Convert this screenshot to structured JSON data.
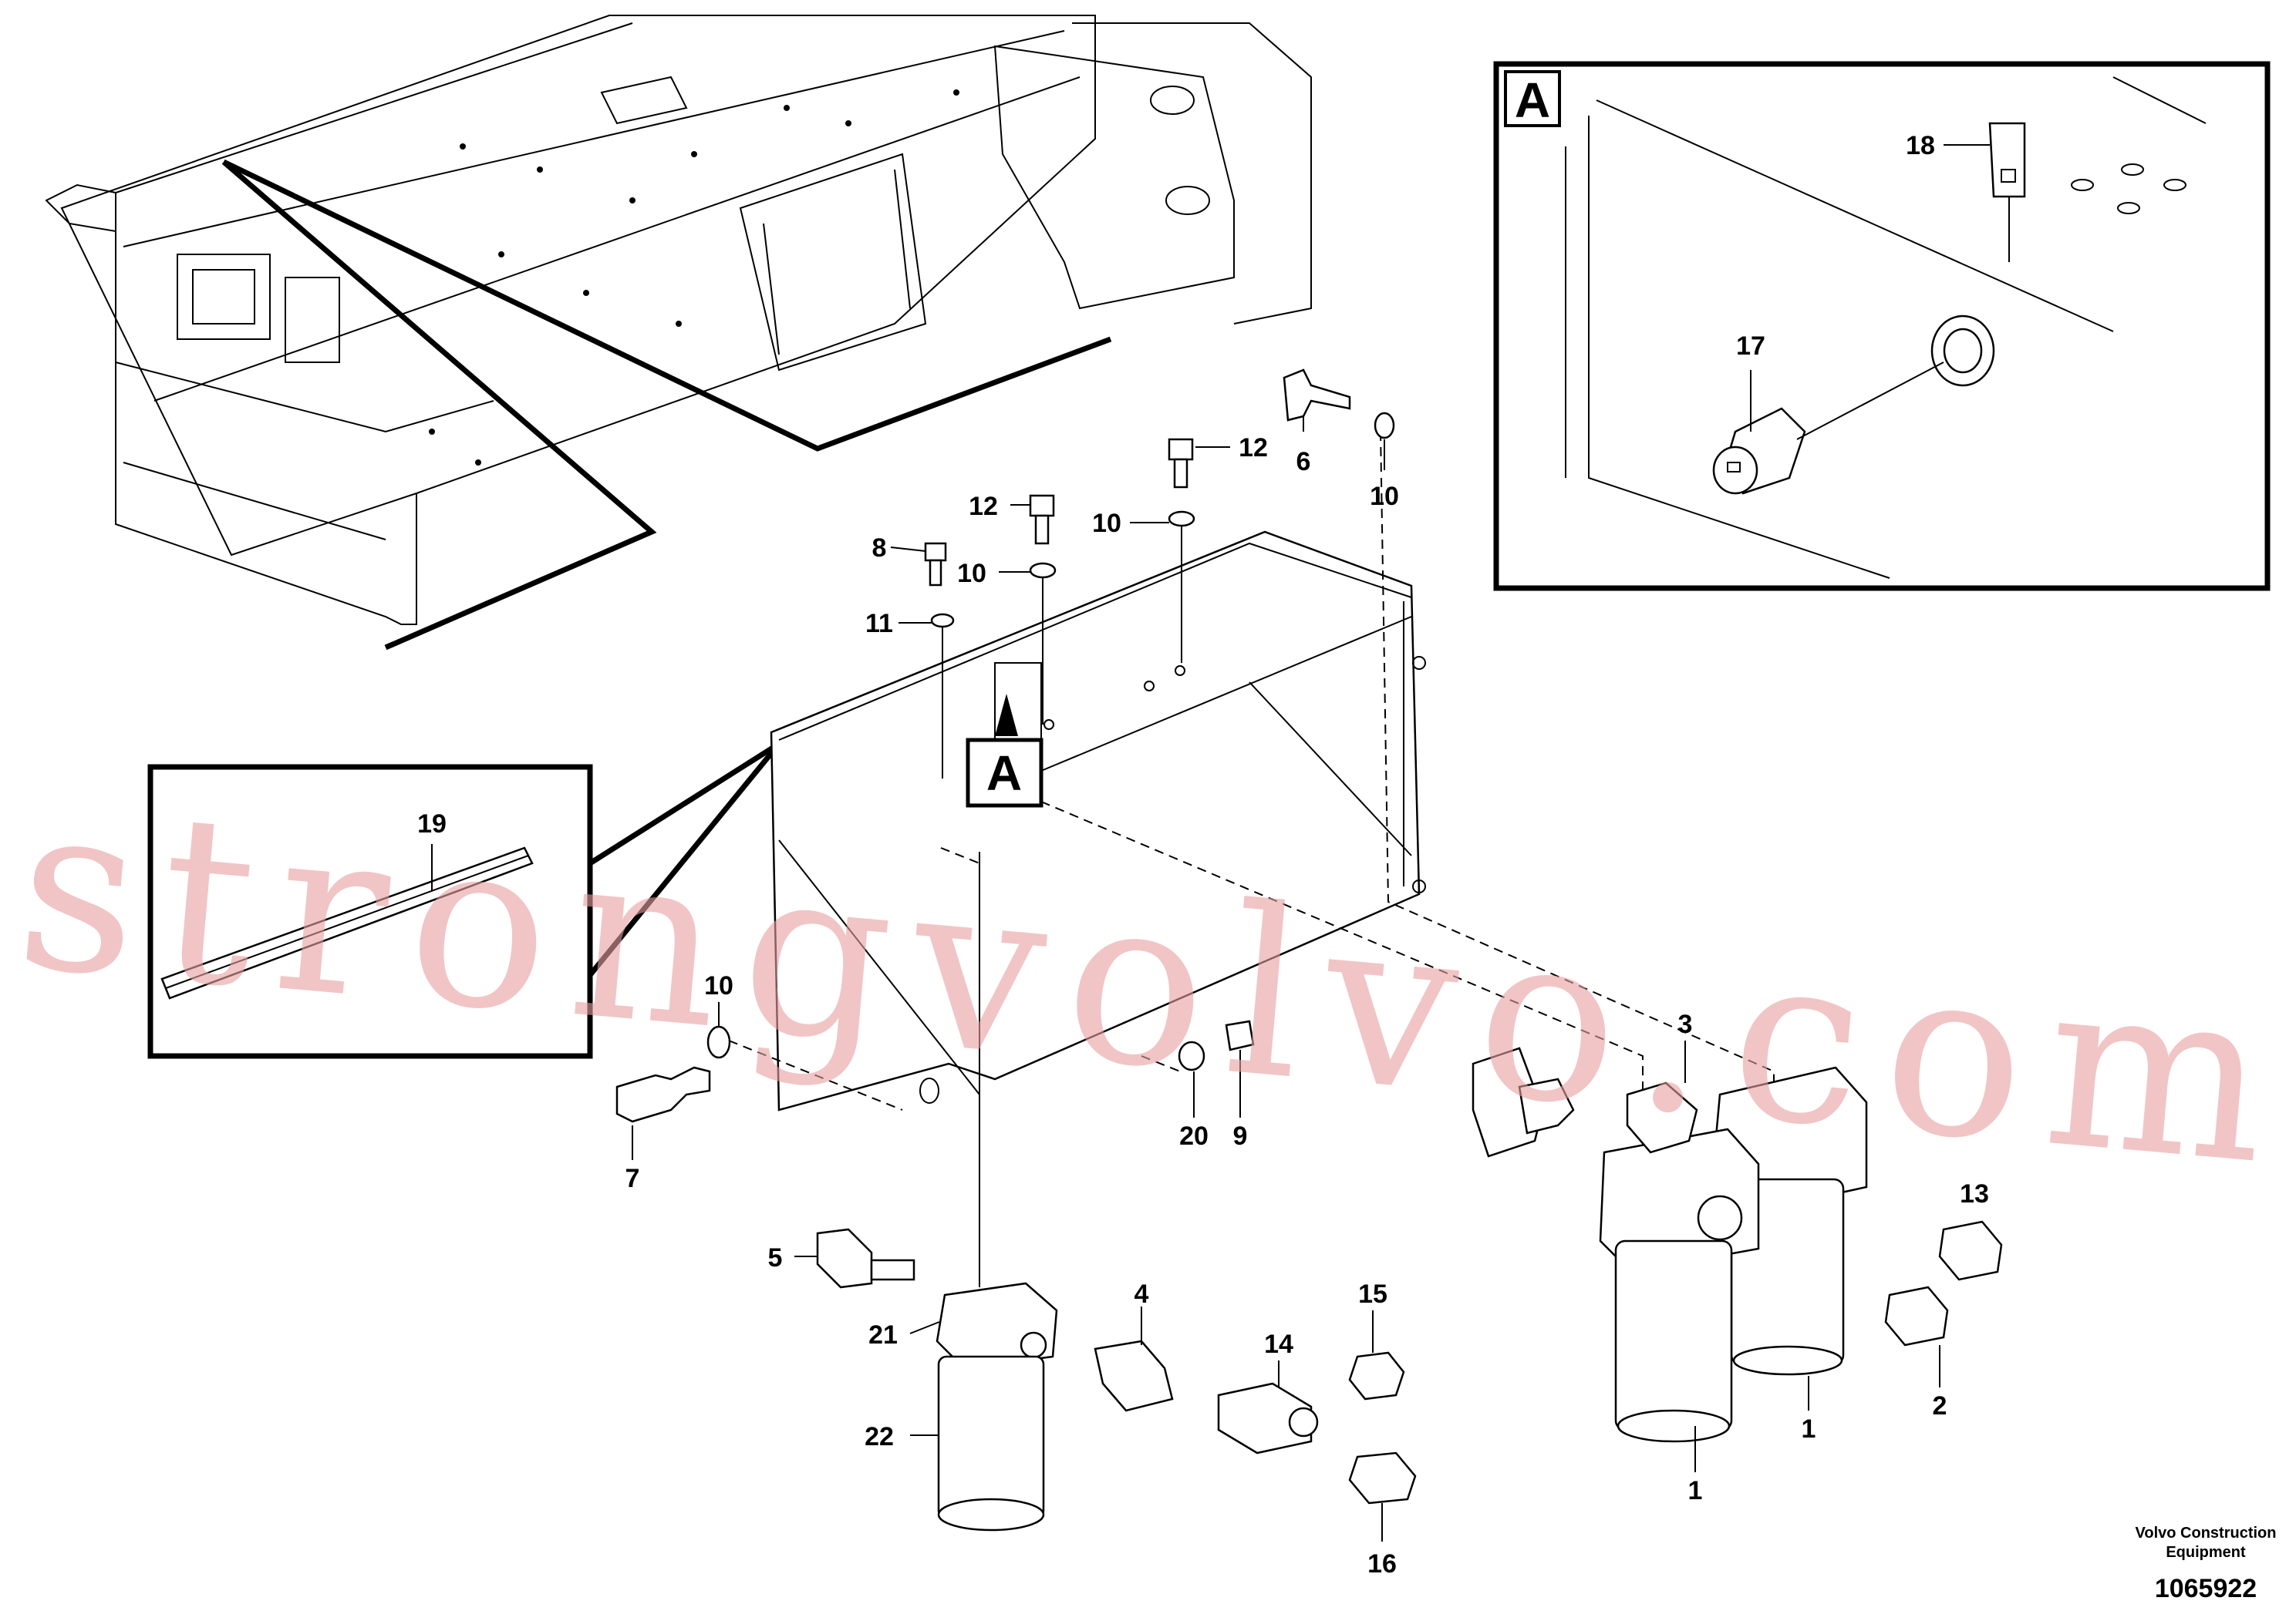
{
  "detail_view": {
    "letter": "A"
  },
  "callouts": {
    "c1a": "1",
    "c1b": "1",
    "c2": "2",
    "c3": "3",
    "c4": "4",
    "c5": "5",
    "c6": "6",
    "c7": "7",
    "c8": "8",
    "c9": "9",
    "c10a": "10",
    "c10b": "10",
    "c10c": "10",
    "c10d": "10",
    "c11": "11",
    "c12a": "12",
    "c12b": "12",
    "c13": "13",
    "c14": "14",
    "c15": "15",
    "c16": "16",
    "c17": "17",
    "c18": "18",
    "c19": "19",
    "c20": "20",
    "c21": "21",
    "c22": "22",
    "section_a": "A"
  },
  "watermark": "strongvolvo.com",
  "footer": {
    "credit_line1": "Volvo Construction",
    "credit_line2": "Equipment",
    "drawing_number": "1065922"
  }
}
